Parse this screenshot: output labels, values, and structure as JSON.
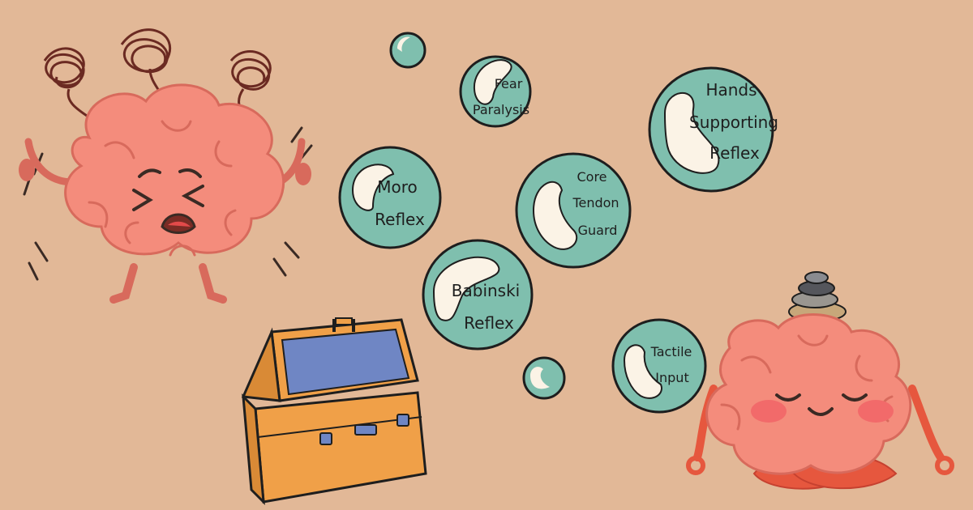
{
  "palette": {
    "background": "#e2b897",
    "bubble_fill": "#7fbfae",
    "bubble_highlight": "#fbf3e6",
    "brain_pink": "#f48c7c",
    "brain_outline": "#d86a5c",
    "scribble": "#6b2a22",
    "chest_orange": "#f0a048",
    "chest_lid_inner": "#6f86c4",
    "outline": "#1e1e1e"
  },
  "icons": {
    "stressed_brain": "stressed-brain-icon",
    "calm_brain": "calm-brain-icon",
    "toolbox": "toolbox-icon",
    "balanced_stones": "stacked-stones-icon"
  },
  "bubbles": [
    {
      "id": "fear-paralysis",
      "lines": [
        "Fear",
        "Paralysis"
      ]
    },
    {
      "id": "hands-supporting-reflex",
      "lines": [
        "Hands",
        "Supporting",
        "Reflex"
      ]
    },
    {
      "id": "moro-reflex",
      "lines": [
        "Moro",
        "Reflex"
      ]
    },
    {
      "id": "core-tendon-guard",
      "lines": [
        "Core",
        "Tendon",
        "Guard"
      ]
    },
    {
      "id": "babinski-reflex",
      "lines": [
        "Babinski",
        "Reflex"
      ]
    },
    {
      "id": "tactile-input",
      "lines": [
        "Tactile",
        "Input"
      ]
    }
  ]
}
